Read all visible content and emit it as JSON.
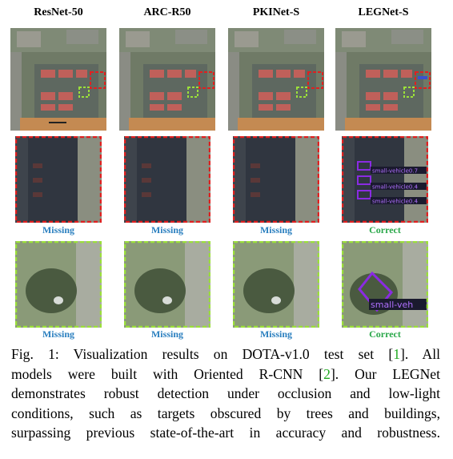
{
  "columns": [
    {
      "title": "ResNet-50",
      "row2_status": "Missing",
      "row3_status": "Missing"
    },
    {
      "title": "ARC-R50",
      "row2_status": "Missing",
      "row3_status": "Missing"
    },
    {
      "title": "PKINet-S",
      "row2_status": "Missing",
      "row3_status": "Missing"
    },
    {
      "title": "LEGNet-S",
      "row2_status": "Correct",
      "row3_status": "Correct"
    }
  ],
  "detections": {
    "row2": [
      "small-vehicle|0.7",
      "small-vehicle|0.4",
      "small-vehicle|0.4"
    ],
    "row3": "small-veh"
  },
  "colors": {
    "missing": "#2a7fbf",
    "correct": "#2aa84a",
    "red_box": "#e02020",
    "green_box": "#9be03a",
    "detect_box": "#8a2be2"
  },
  "caption": {
    "prefix": "Fig. 1: Visualization results on DOTA-v1.0 test set [",
    "ref1": "1",
    "mid1": "]. All",
    "line2a": "models were built with Oriented R-CNN [",
    "ref2": "2",
    "line2b": "]. Our LEGNet",
    "line3": "demonstrates robust detection under occlusion and low-light",
    "line4": "conditions, such as targets obscured by trees and buildings,",
    "line5": "surpassing previous state-of-the-art in accuracy and robustness."
  }
}
